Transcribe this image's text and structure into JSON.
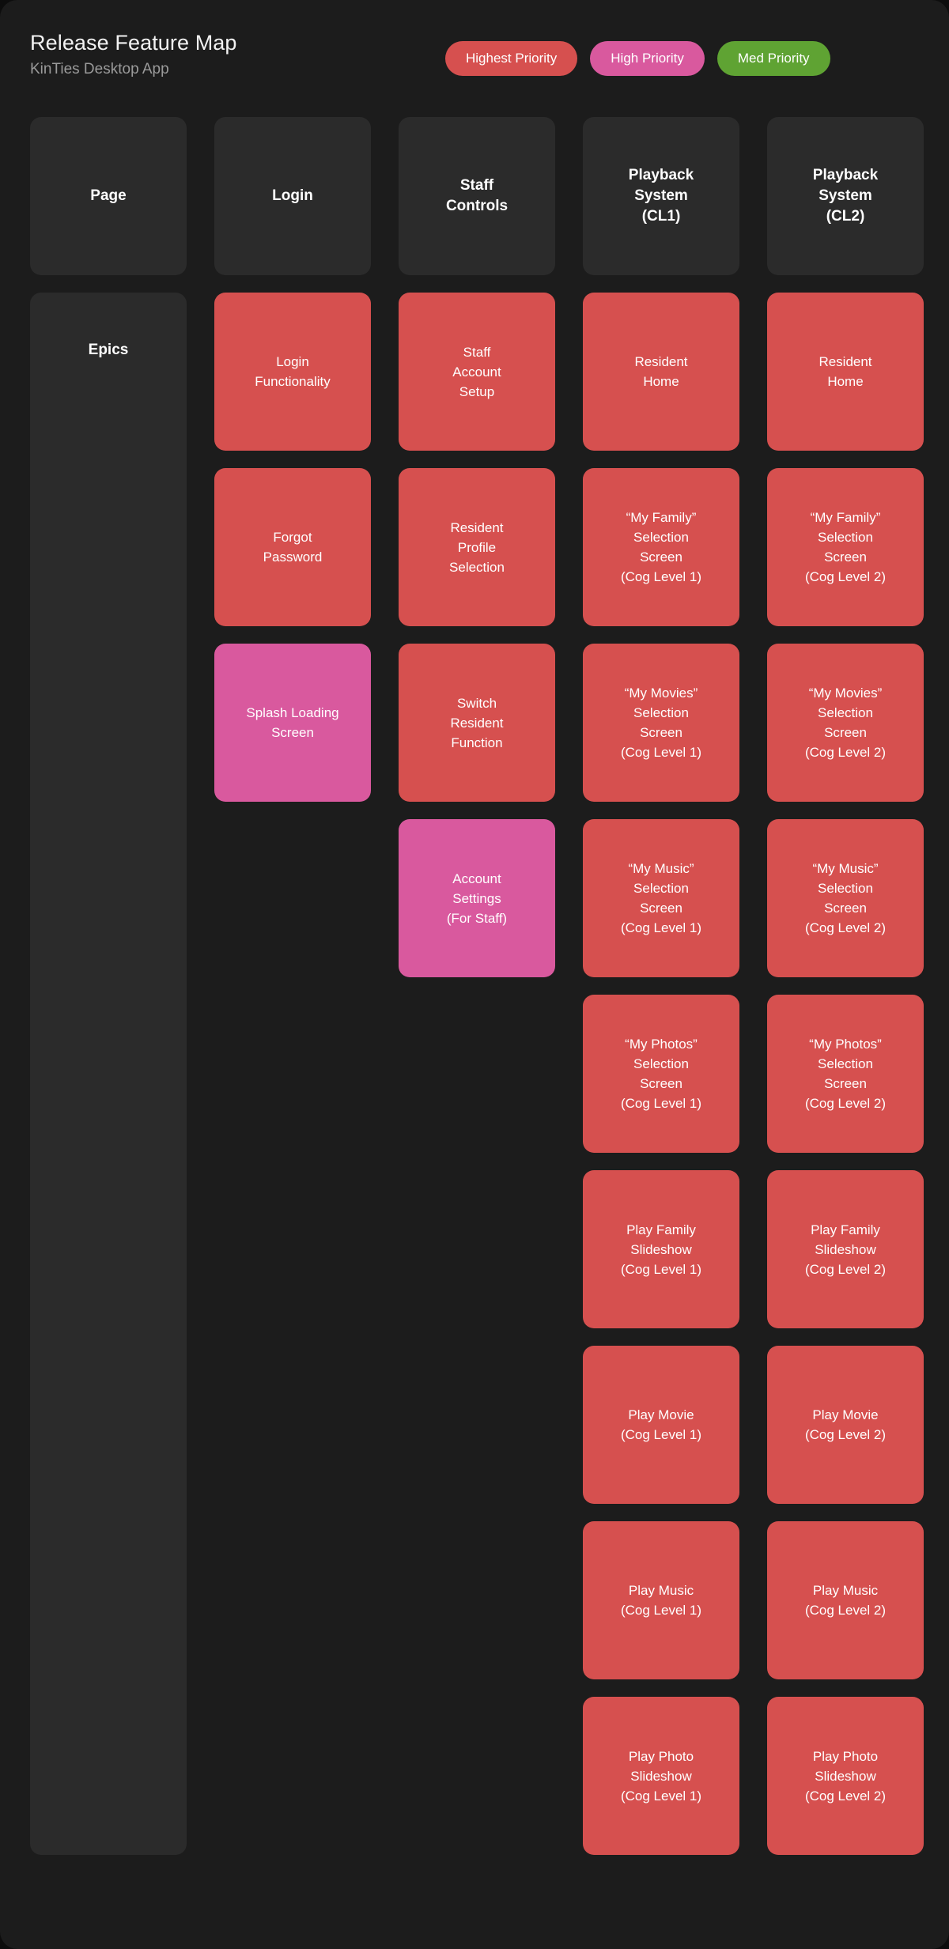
{
  "header": {
    "title": "Release Feature Map",
    "subtitle": "KinTies Desktop App",
    "legend": [
      {
        "label": "Highest Priority",
        "color": "#d6504f"
      },
      {
        "label": "High Priority",
        "color": "#d9599e"
      },
      {
        "label": "Med Priority",
        "color": "#5fa333"
      }
    ]
  },
  "grid": {
    "row_header_label": "Page",
    "side_label": "Epics",
    "columns": [
      {
        "label": "Page"
      },
      {
        "label": "Login"
      },
      {
        "label": "Staff\nControls"
      },
      {
        "label": "Playback\nSystem\n(CL1)"
      },
      {
        "label": "Playback\nSystem\n(CL2)"
      }
    ],
    "colors": {
      "highest": "#d6504f",
      "high": "#d9599e",
      "med": "#5fa333",
      "card_bg": "#2b2b2b",
      "page_bg": "#1c1c1c",
      "title": "#f2f2f2",
      "subtitle": "#9a9a9a"
    },
    "rows": [
      [
        {
          "label": "",
          "priority": "none"
        },
        {
          "label": "Login\nFunctionality",
          "priority": "highest"
        },
        {
          "label": "Staff\nAccount\nSetup",
          "priority": "highest"
        },
        {
          "label": "Resident\nHome",
          "priority": "highest"
        },
        {
          "label": "Resident\nHome",
          "priority": "highest"
        }
      ],
      [
        {
          "label": "",
          "priority": "none"
        },
        {
          "label": "Forgot\nPassword",
          "priority": "highest"
        },
        {
          "label": "Resident\nProfile\nSelection",
          "priority": "highest"
        },
        {
          "label": "“My Family”\nSelection\nScreen\n(Cog Level 1)",
          "priority": "highest"
        },
        {
          "label": "“My Family”\nSelection\nScreen\n(Cog Level 2)",
          "priority": "highest"
        }
      ],
      [
        {
          "label": "",
          "priority": "none"
        },
        {
          "label": "Splash Loading\nScreen",
          "priority": "high"
        },
        {
          "label": "Switch\nResident\nFunction",
          "priority": "highest"
        },
        {
          "label": "“My Movies”\nSelection\nScreen\n(Cog Level 1)",
          "priority": "highest"
        },
        {
          "label": "“My Movies”\nSelection\nScreen\n(Cog Level 2)",
          "priority": "highest"
        }
      ],
      [
        {
          "label": "",
          "priority": "none"
        },
        {
          "label": "",
          "priority": "none"
        },
        {
          "label": "Account\nSettings\n(For Staff)",
          "priority": "high"
        },
        {
          "label": "“My Music”\nSelection\nScreen\n(Cog Level 1)",
          "priority": "highest"
        },
        {
          "label": "“My Music”\nSelection\nScreen\n(Cog Level 2)",
          "priority": "highest"
        }
      ],
      [
        {
          "label": "",
          "priority": "none"
        },
        {
          "label": "",
          "priority": "none"
        },
        {
          "label": "",
          "priority": "none"
        },
        {
          "label": "“My Photos”\nSelection\nScreen\n(Cog Level 1)",
          "priority": "highest"
        },
        {
          "label": "“My Photos”\nSelection\nScreen\n(Cog Level 2)",
          "priority": "highest"
        }
      ],
      [
        {
          "label": "",
          "priority": "none"
        },
        {
          "label": "",
          "priority": "none"
        },
        {
          "label": "",
          "priority": "none"
        },
        {
          "label": "Play Family\nSlideshow\n(Cog Level 1)",
          "priority": "highest"
        },
        {
          "label": "Play Family\nSlideshow\n(Cog Level 2)",
          "priority": "highest"
        }
      ],
      [
        {
          "label": "",
          "priority": "none"
        },
        {
          "label": "",
          "priority": "none"
        },
        {
          "label": "",
          "priority": "none"
        },
        {
          "label": "Play Movie\n(Cog Level 1)",
          "priority": "highest"
        },
        {
          "label": "Play Movie\n(Cog Level 2)",
          "priority": "highest"
        }
      ],
      [
        {
          "label": "",
          "priority": "none"
        },
        {
          "label": "",
          "priority": "none"
        },
        {
          "label": "",
          "priority": "none"
        },
        {
          "label": "Play Music\n(Cog Level 1)",
          "priority": "highest"
        },
        {
          "label": "Play Music\n(Cog Level 2)",
          "priority": "highest"
        }
      ],
      [
        {
          "label": "",
          "priority": "none"
        },
        {
          "label": "",
          "priority": "none"
        },
        {
          "label": "",
          "priority": "none"
        },
        {
          "label": "Play Photo\nSlideshow\n(Cog Level 1)",
          "priority": "highest"
        },
        {
          "label": "Play Photo\nSlideshow\n(Cog Level 2)",
          "priority": "highest"
        }
      ]
    ]
  }
}
